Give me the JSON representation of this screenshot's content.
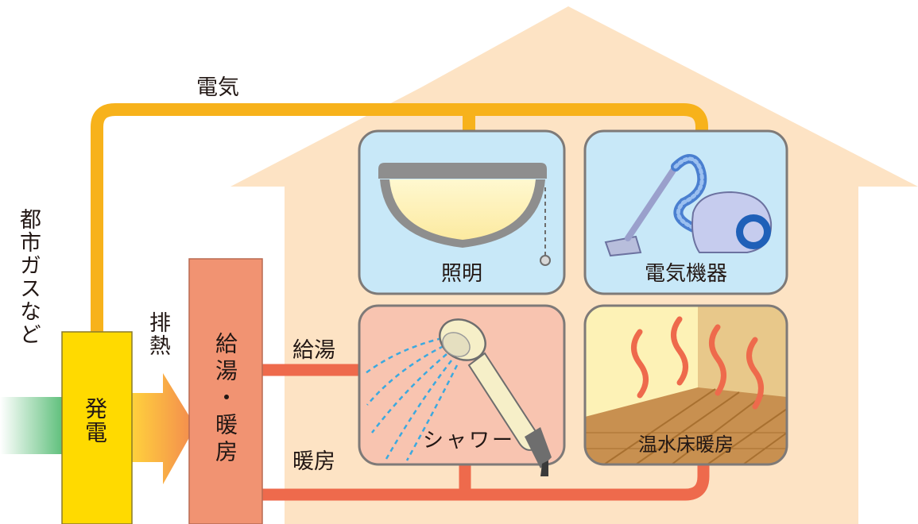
{
  "sources": {
    "city_gas": "都市ガスなど"
  },
  "generator": {
    "label": "発電"
  },
  "flows": {
    "exhaust_heat": "排熱",
    "electricity": "電気",
    "hot_water": "給湯",
    "heating": "暖房"
  },
  "heat_unit": {
    "label": "給湯・暖房"
  },
  "rooms": {
    "lighting": "照明",
    "appliances": "電気機器",
    "shower": "シャワー",
    "floor_heating": "温水床暖房"
  },
  "colors": {
    "electric_line": "#F7B21B",
    "heat_line": "#EE6A4C",
    "generator_fill": "#FFDA00",
    "heat_unit_fill": "#F19372",
    "house_fill": "#FDE3C4",
    "room_blue": "#C8E8F8",
    "room_pink": "#F8C4B0",
    "room_border": "#7E7A78"
  }
}
